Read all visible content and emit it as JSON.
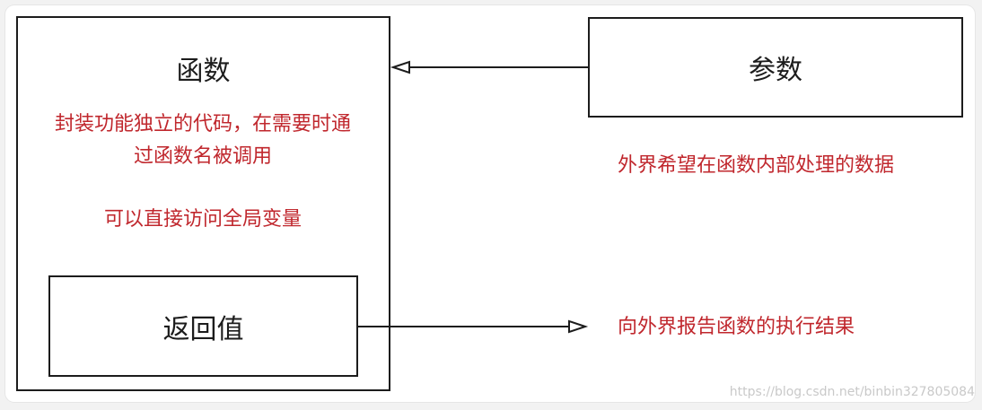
{
  "function_box": {
    "title": "函数",
    "description_line1": "封装功能独立的代码，在需要时通",
    "description_line2": "过函数名被调用",
    "description_line3": "可以直接访问全局变量"
  },
  "return_box": {
    "title": "返回值"
  },
  "param_box": {
    "title": "参数"
  },
  "param_description": "外界希望在函数内部处理的数据",
  "return_description": "向外界报告函数的执行结果",
  "watermark": "https://blog.csdn.net/binbin327805084",
  "colors": {
    "annotation_red": "#c0272d",
    "line_black": "#1c1c1c"
  }
}
